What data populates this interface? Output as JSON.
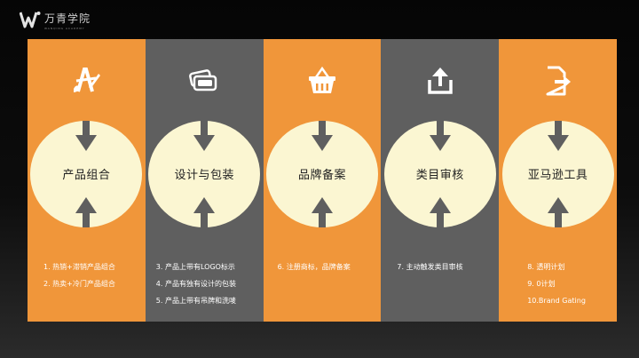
{
  "brand": {
    "name": "万青学院",
    "tagline": "WANQING ACADEMY",
    "accent": "#f0963a",
    "gray": "#5f5f5f",
    "circle": "#fbf6d2"
  },
  "panels": [
    {
      "title": "产品组合",
      "icon": "design-tools-icon",
      "color": "orange",
      "items": [
        "1.  热销+滞销产品组合",
        "2.  热卖+冷门产品组合"
      ]
    },
    {
      "title": "设计与包装",
      "icon": "cards-icon",
      "color": "gray",
      "items": [
        "3.  产品上带有LOGO标示",
        "4.  产品有独有设计的包装",
        "5.  产品上带有吊牌和洗唛"
      ]
    },
    {
      "title": "品牌备案",
      "icon": "basket-icon",
      "color": "orange",
      "items": [
        "6.  注册商标，品牌备案"
      ]
    },
    {
      "title": "类目审核",
      "icon": "upload-icon",
      "color": "gray",
      "items": [
        "7.  主动触发类目审核"
      ]
    },
    {
      "title": "亚马逊工具",
      "icon": "file-export-icon",
      "color": "orange",
      "items": [
        "8.  透明计划",
        "9.    0计划",
        "10.Brand Gating"
      ]
    }
  ]
}
